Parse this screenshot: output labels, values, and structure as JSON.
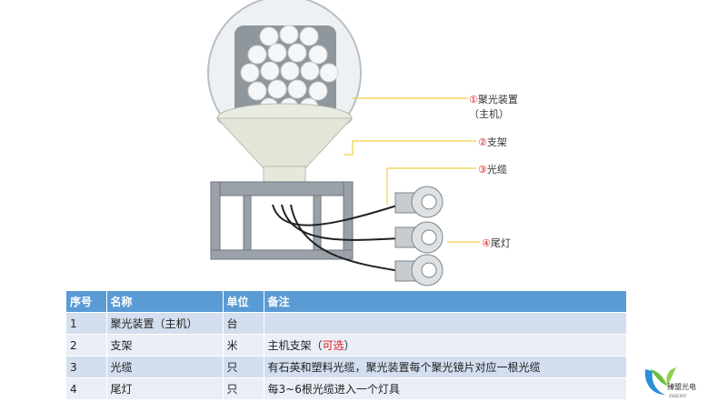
{
  "callouts": [
    {
      "num": "①",
      "label": "聚光装置",
      "label2": "（主机）"
    },
    {
      "num": "②",
      "label": "支架"
    },
    {
      "num": "③",
      "label": "光缆"
    },
    {
      "num": "④",
      "label": "尾灯"
    }
  ],
  "table": {
    "headers": [
      "序号",
      "名称",
      "单位",
      "备注"
    ],
    "rows": [
      {
        "no": "1",
        "name": "聚光装置（主机）",
        "unit": "台",
        "note": "",
        "note_pre": "",
        "note_red": "",
        "note_post": ""
      },
      {
        "no": "2",
        "name": "支架",
        "unit": "米",
        "note_pre": "主机支架（",
        "note_red": "可选",
        "note_post": "）"
      },
      {
        "no": "3",
        "name": "光缆",
        "unit": "只",
        "note_pre": "有石英和塑料光缆，聚光装置每个聚光镜片对应一根光缆",
        "note_red": "",
        "note_post": ""
      },
      {
        "no": "4",
        "name": "尾灯",
        "unit": "只",
        "note_pre": "每3~6根光缆进入一个灯具",
        "note_red": "",
        "note_post": ""
      }
    ]
  },
  "logo": {
    "text": "臻盟光电",
    "sub": "ZHENY"
  },
  "colors": {
    "header": "#5b9bd5",
    "callout_line": "#f0c419",
    "accent_red": "#e02020"
  }
}
